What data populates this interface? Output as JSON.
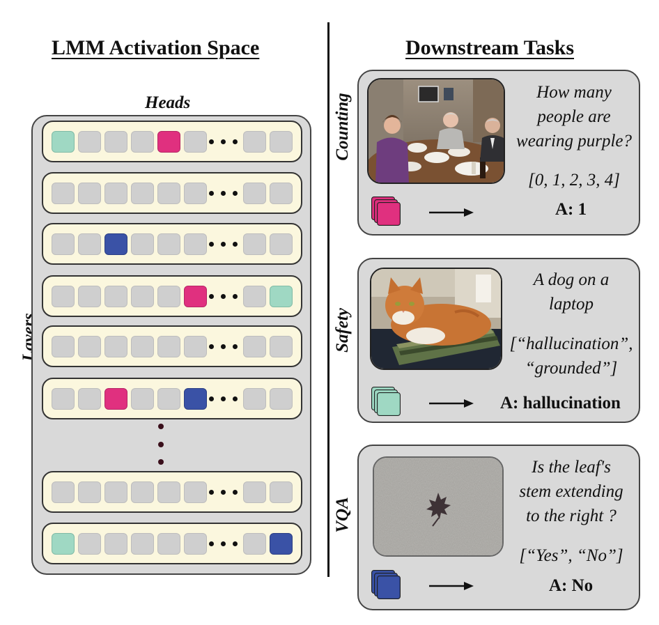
{
  "left_section": {
    "title": "LMM Activation Space",
    "heads_label": "Heads",
    "layers_label": "Layers"
  },
  "right_section": {
    "title": "Downstream Tasks"
  },
  "colors": {
    "panel": "#d9d9d9",
    "layer_row": "#fbf7de",
    "head_default": "#cfcfcf",
    "head_pink": "#e0307f",
    "head_teal": "#9fd8c3",
    "head_blue": "#3a52a6"
  },
  "layers": [
    [
      "teal",
      "gray",
      "gray",
      "gray",
      "pink",
      "gray",
      "dots",
      "gray",
      "gray"
    ],
    [
      "gray",
      "gray",
      "gray",
      "gray",
      "gray",
      "gray",
      "dots",
      "gray",
      "gray"
    ],
    [
      "gray",
      "gray",
      "blue",
      "gray",
      "gray",
      "gray",
      "dots",
      "gray",
      "gray"
    ],
    [
      "gray",
      "gray",
      "gray",
      "gray",
      "gray",
      "pink",
      "dots",
      "gray",
      "teal"
    ],
    [
      "gray",
      "gray",
      "gray",
      "gray",
      "gray",
      "gray",
      "dots",
      "gray",
      "gray"
    ],
    [
      "gray",
      "gray",
      "pink",
      "gray",
      "gray",
      "blue",
      "dots",
      "gray",
      "gray"
    ],
    [
      "gray",
      "gray",
      "gray",
      "gray",
      "gray",
      "gray",
      "dots",
      "gray",
      "gray"
    ],
    [
      "teal",
      "gray",
      "gray",
      "gray",
      "gray",
      "gray",
      "dots",
      "gray",
      "blue"
    ]
  ],
  "tasks": [
    {
      "label": "Counting",
      "image": "photo-people-at-dinner-table",
      "question_lines": [
        "How many",
        "people are",
        "wearing purple?"
      ],
      "options": "[0, 1, 2, 3, 4]",
      "answer": "A: 1",
      "head_color": "pink"
    },
    {
      "label": "Safety",
      "image": "photo-orange-cat-on-laptop",
      "question_lines": [
        "A dog on a",
        "laptop"
      ],
      "options_lines": [
        "[“hallucination”,",
        "“grounded”]"
      ],
      "answer": "A: hallucination",
      "head_color": "teal"
    },
    {
      "label": "VQA",
      "image": "photo-leaf-on-concrete",
      "question_lines": [
        "Is the leaf's",
        "stem extending",
        "to the right ?"
      ],
      "options": "[“Yes”, “No”]",
      "answer": "A: No",
      "head_color": "blue"
    }
  ]
}
